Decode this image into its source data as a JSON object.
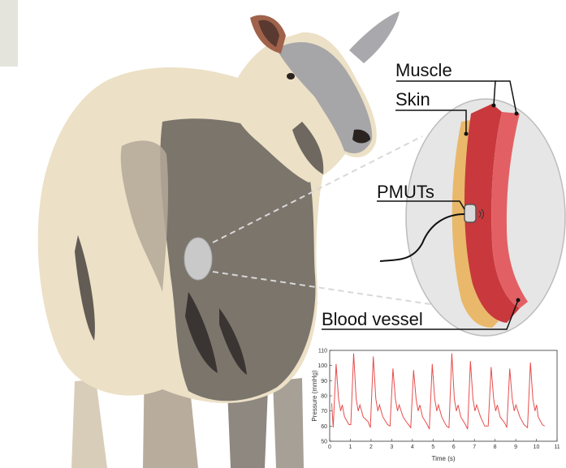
{
  "labels": {
    "muscle": "Muscle",
    "skin": "Skin",
    "pmuts": "PMUTs",
    "blood_vessel": "Blood vessel"
  },
  "colors": {
    "sheep_wool": "#ece0c6",
    "sheep_shadow": "#6b6560",
    "muscle_red": "#c8383c",
    "skin_tan": "#e9b86a",
    "oval_bg": "#e6e6e6",
    "trace": "#e74d4d"
  },
  "chart_data": {
    "type": "line",
    "xlabel": "Time (s)",
    "ylabel": "Pressure (mmHg)",
    "xlim": [
      0,
      11
    ],
    "ylim": [
      50,
      110
    ],
    "xticks": [
      "0",
      "1",
      "2",
      "3",
      "4",
      "5",
      "6",
      "7",
      "8",
      "9",
      "10",
      "11"
    ],
    "yticks": [
      "50",
      "60",
      "70",
      "80",
      "90",
      "100",
      "110"
    ],
    "beats_x": [
      0.25,
      1.1,
      2.05,
      3.0,
      4.0,
      4.9,
      5.85,
      6.75,
      7.75,
      8.65,
      9.65
    ],
    "peaks": [
      101,
      108,
      106,
      98,
      97,
      101,
      108,
      103,
      99,
      98,
      102
    ],
    "troughs": [
      59,
      61,
      59,
      60,
      59,
      58,
      59,
      58,
      60,
      59,
      59
    ],
    "x_end": 10.4
  }
}
